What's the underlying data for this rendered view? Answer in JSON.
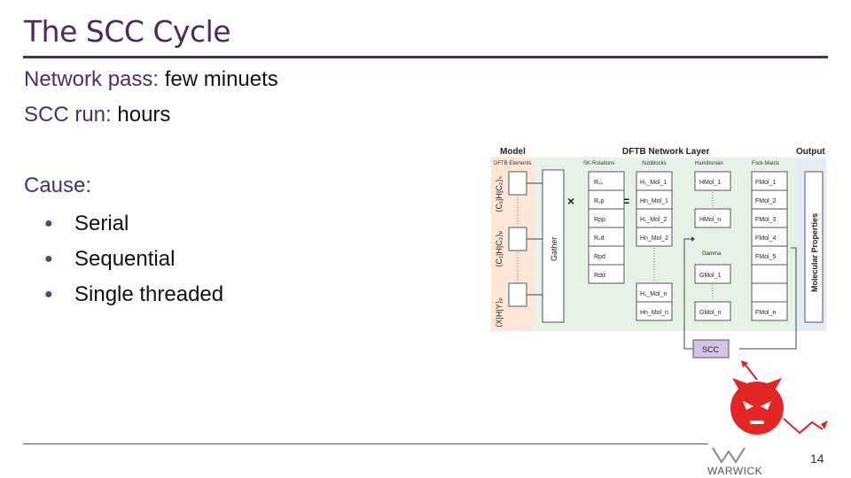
{
  "title": "The SCC Cycle",
  "network_pass": {
    "label": "Network pass:",
    "value": "few minuets"
  },
  "scc_run": {
    "label": "SCC run:",
    "value": "hours"
  },
  "cause_label": "Cause:",
  "bullets": [
    "Serial",
    "Sequential",
    "Single threaded"
  ],
  "page_number": "14",
  "logo_text": "WARWICK",
  "diagram": {
    "header_model": "Model",
    "header_layer": "DFTB Network Layer",
    "header_output": "Output",
    "sub_elements": "DFTB Elements",
    "sub_rotations": "SK-Rotations",
    "sub_subblocks": "Subblocks",
    "sub_hamiltonian": "Hamiltonian",
    "sub_fock": "Fock Matrix",
    "model_labels": [
      "⟨C₁|H|C₂⟩ₛ",
      "⟨C₁|H|C₂⟩ₚ",
      "⟨X|H|Y⟩ₚ"
    ],
    "gather": "Gather",
    "times": "×",
    "equals": "=",
    "rotations": [
      "Rₛₛ",
      "Rₛp",
      "Rpp",
      "Rₛd",
      "Rpd",
      "Rdd"
    ],
    "subblocks": [
      "H₁_Mol_1",
      "Hn_Mol_1",
      "H₁_Mol_2",
      "Hn_Mol_2",
      "H₁_Mol_n",
      "Hn_Mol_n"
    ],
    "hamiltonian": [
      "HMol_1",
      "HMol_n",
      "Gamma",
      "GMol_1",
      "GMol_n"
    ],
    "fock": [
      "FMol_1",
      "FMol_2",
      "FMol_3",
      "FMol_4",
      "FMol_5",
      "FMol_n"
    ],
    "output_label": "Molecular Properties",
    "scc_box": "SCC"
  }
}
